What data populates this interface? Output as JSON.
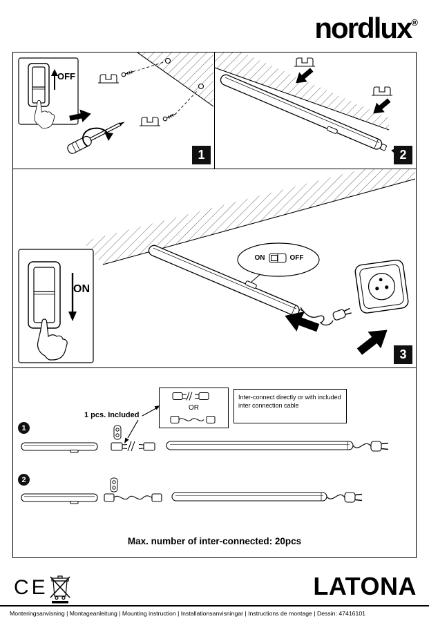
{
  "logo": {
    "text": "nordlux",
    "registered": "®"
  },
  "panel1": {
    "step": "1",
    "off_label": "OFF"
  },
  "panel2": {
    "step": "2"
  },
  "panel3": {
    "step": "3",
    "on_label": "ON",
    "callout": {
      "on": "ON",
      "off": "OFF"
    }
  },
  "panel4": {
    "included_label": "1 pcs. Included",
    "or_label": "OR",
    "note": "Inter-connect directly or with included inter connection cable",
    "row1_marker": "1",
    "row2_marker": "2",
    "max_note": "Max. number of inter-connected: 20pcs"
  },
  "footer": {
    "ce_mark": "CE",
    "product_name": "LATONA",
    "instruction_line": "Monteringsanvisning | Montageanleitung | Mounting instruction | Installationsanvisningar | Instructions de montage | Dessin: 47416101"
  }
}
